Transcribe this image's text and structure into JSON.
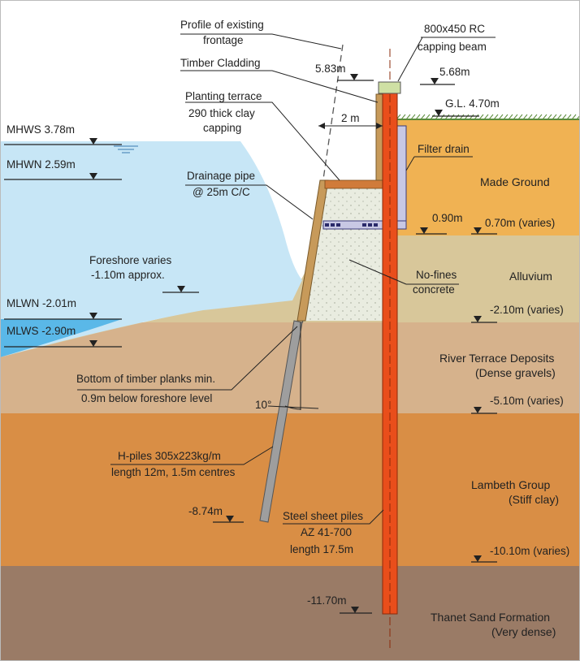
{
  "colors": {
    "water_shallow": "#c7e6f6",
    "water_deep": "#5ab8e8",
    "made_ground": "#f0b253",
    "alluvium": "#d8c79a",
    "river_terrace": "#d6b28c",
    "lambeth": "#d98e45",
    "thanet": "#9a7b66",
    "sheet_pile": "#e94e1b",
    "concrete": "#e9ece0",
    "h_pile": "#9e9e9e",
    "timber": "#c79a5a",
    "filter_drain": "#c8c8e4"
  },
  "labels": {
    "profile_existing_1": "Profile of existing",
    "profile_existing_2": "frontage",
    "capping_beam_1": "800x450 RC",
    "capping_beam_2": "capping beam",
    "level_583": "5.83m",
    "level_568": "5.68m",
    "timber_cladding": "Timber Cladding",
    "gl": "G.L. 4.70m",
    "planting_1": "Planting terrace",
    "planting_2": "290 thick clay",
    "planting_3": "capping",
    "dim_2m": "2 m",
    "filter_drain": "Filter drain",
    "mhws": "MHWS 3.78m",
    "mhwn": "MHWN 2.59m",
    "drainage_1": "Drainage pipe",
    "drainage_2": "@ 25m C/C",
    "level_090": "0.90m",
    "level_070": "0.70m (varies)",
    "foreshore_1": "Foreshore varies",
    "foreshore_2": "-1.10m approx.",
    "nofines_1": "No-fines",
    "nofines_2": "concrete",
    "mlwn": "MLWN -2.01m",
    "mlws": "MLWS -2.90m",
    "level_m210": "-2.10m (varies)",
    "bottom_planks_1": "Bottom of timber planks min.",
    "bottom_planks_2": "0.9m below foreshore level",
    "angle": "10°",
    "level_m510": "-5.10m (varies)",
    "hpiles_1": "H-piles 305x223kg/m",
    "hpiles_2": "length 12m, 1.5m centres",
    "level_m874": "-8.74m",
    "sheet_1": "Steel sheet piles",
    "sheet_2": "AZ 41-700",
    "sheet_3": "length 17.5m",
    "level_m1010": "-10.10m (varies)",
    "level_m1170": "-11.70m"
  },
  "strata": {
    "made_ground": "Made Ground",
    "alluvium": "Alluvium",
    "river_1": "River Terrace Deposits",
    "river_2": "(Dense gravels)",
    "lambeth_1": "Lambeth Group",
    "lambeth_2": "(Stiff clay)",
    "thanet_1": "Thanet Sand Formation",
    "thanet_2": "(Very dense)"
  },
  "icons": {
    "level_marker": "level-marker-icon",
    "water_surface": "water-surface-icon",
    "ground_hatch": "ground-hatch-icon"
  }
}
